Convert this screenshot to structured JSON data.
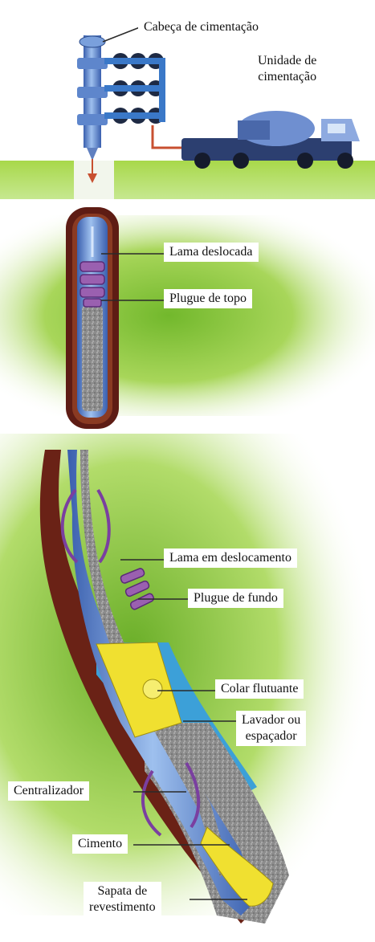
{
  "labels": {
    "cementing_head": "Cabeça de cimentação",
    "cementing_unit": [
      "Unidade de",
      "cimentação"
    ],
    "displaced_mud": "Lama deslocada",
    "top_plug": "Plugue de topo",
    "displacing_mud": "Lama em deslocamento",
    "bottom_plug": "Plugue de fundo",
    "float_collar": "Colar flutuante",
    "washer_spacer": [
      "Lavador ou",
      "espaçador"
    ],
    "centralizer": "Centralizador",
    "cement": "Cimento",
    "casing_shoe": [
      "Sapata de",
      "revestimento"
    ]
  },
  "colors": {
    "ground": "#8cc83c",
    "mud": "#7a2a1a",
    "casing": "#5a80c8",
    "cement": "#8a8a8a",
    "spacer": "#3ca0d8",
    "plug": "#9a60b0",
    "float_collar": "#f0e030",
    "truck": "#3a5aa0"
  }
}
